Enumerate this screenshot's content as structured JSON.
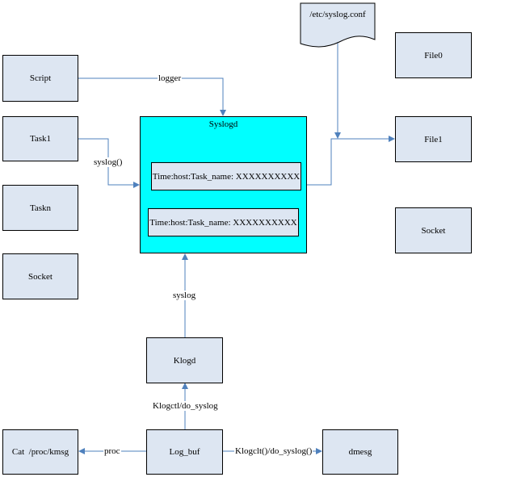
{
  "nodes": {
    "script": "Script",
    "task1": "Task1",
    "taskn": "Taskn",
    "socket_left": "Socket",
    "syslogd": "Syslogd",
    "log_line_1": "Time:host:Task_name: XXXXXXXXXX",
    "log_line_2": "Time:host:Task_name: XXXXXXXXXX",
    "conf_file": "/etc/syslog.conf",
    "file0": "File0",
    "file1": "File1",
    "socket_right": "Socket",
    "klogd": "Klogd",
    "log_buf": "Log_buf",
    "cat_proc": "Cat  /proc/kmsg",
    "dmesg": "dmesg"
  },
  "edges": {
    "logger": "logger",
    "syslog_call": "syslog()",
    "syslog": "syslog",
    "klogctl": "Klogctl/do_syslog",
    "proc": "proc",
    "klogclt_do": "Klogclt()/do_syslog()"
  },
  "colors": {
    "box_fill": "#dde6f2",
    "syslogd_fill": "#00ffff",
    "arrow": "#4f81bd"
  }
}
